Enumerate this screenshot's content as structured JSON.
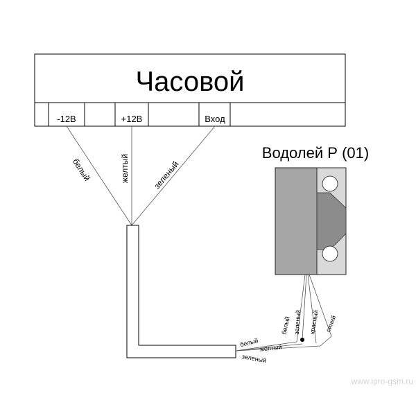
{
  "guard": {
    "title": "Часовой",
    "terminals": [
      "-12В",
      "+12В",
      "Вход"
    ]
  },
  "module": {
    "title": "Водолей Р (01)",
    "leads": [
      "белый",
      "зеленый",
      "красный",
      "синий"
    ]
  },
  "cable_top": {
    "wires": [
      "белый",
      "желтый",
      "зеленый"
    ]
  },
  "cable_bottom": {
    "wires": [
      "белый",
      "желтый",
      "зеленый"
    ]
  },
  "watermark": "www.ipro-gsm.ru",
  "colors": {
    "line": "#000000",
    "wire": "#555555",
    "module_body": "#a6a6a6",
    "module_panel": "#d9d9d9",
    "module_wedge": "#8c8c8c"
  }
}
